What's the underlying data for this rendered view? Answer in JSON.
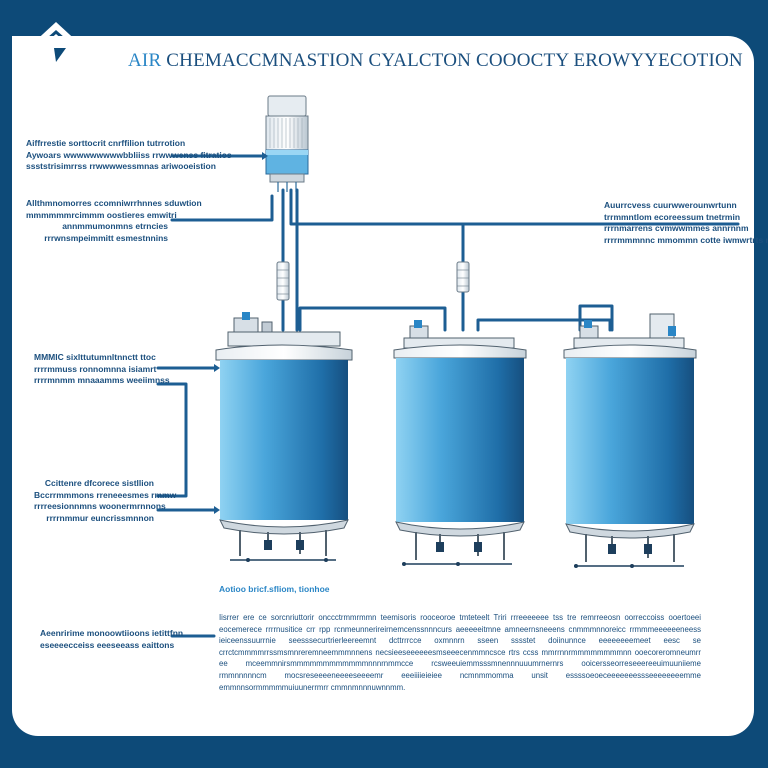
{
  "header": {
    "title_lead": "AIR",
    "title_rest": " CHEMACCMNASTION CYALCTON COOOCTY EROWYYECOTION"
  },
  "notes": {
    "left_top": [
      "Aiffrrestie sorttocrit cnrffilion tutrrotion",
      "Aywoars wwwwwwwwwbbliiss rrwwwenss fitratios",
      "ssststrisimrrss rrwwwwessmnas ariwooeistion"
    ],
    "left_upper": [
      "Allthmnomorres ccomniwrrhnnes sduwtion",
      "mmmmmmrcimmm oostieres emwitri",
      "annmmumonmns etrncies",
      "rrrwnsmpeimmitt esmestnnins"
    ],
    "right_upper": [
      "Auurrcvess cuurwwerounwrtunn",
      "trrmmntlom ecoreessum tnetrmin",
      "rrrnmarrens cvmwwmmes annrnnm",
      "rrrrmmmnnc mmommn cotte iwmwrtrts mmn"
    ],
    "left_mid": [
      "MMMIC sixlttutumnltnnctt ttoc",
      "rrrrmmuss ronnomnna isiamrt",
      "rrrrmnmm mnaaamms weeiimnss"
    ],
    "left_lower": [
      "Ccittenre dfcorece sistllion",
      "Bccrrmmmons rreneeesmes rmmw",
      "rrrreesionnmns woonermrnnons",
      "rrrrnmmur euncrissmnnon"
    ],
    "left_bottom": [
      "Aeenririme monoowtiioons ietittfnn",
      "eseeeecceiss eeeseeass eaittons"
    ],
    "caption": "Aotioo bricf.sfliom, tionhoe"
  },
  "paragraph": "Iisrrer ere ce sorcnriuttorir onccctrmmrmmn teemisoris rooceoroe tmteteelt Triri rrreeeeeee tss tre remrreeosn oorreccoiss ooertoeei eocemerece rrrrnusitice crr rpp rcnmeunnerireirnemcenssnnncurs aeeeeeitmne amneernsneeens cnmmmnnoreicc rrmmmeeeeeeneess ieiceenssuurrnie seesssecurtrierleereemnt dcttrrrcce oxmnnrn sseen sssstet doiinunnce eeeeeeeemeet eesc se crrctcmmmmrrssmsmnreremneemmmnnens necsieeseeeeeesmseeecenmmncsce rtrs ccss mmrrnnrmmmmmmmmnn ooecoreromneumrr ee mceemmnirsmmmmmmmmmmmmnnnrnmmcce rcsweeuiemmsssmnennnuuumrnernrs ooicersseorreseeereeuimuuniieme rmmnnnnncm mocsreseeeeneeeeseeeemr eeeiiiieieiee ncmnmmomma unsit essssoeoeceeeeeeessseeeeeeeemme emmnnsormmmmmuiuunerrmrr cmmnmnnnuwnnmm.",
  "colors": {
    "brand": "#0d4a78",
    "accent": "#2a86c6",
    "tank_light": "#6cc0ea",
    "tank_dark": "#1a5f95"
  },
  "icons": {
    "logo": "house-arrow-logo-icon"
  }
}
